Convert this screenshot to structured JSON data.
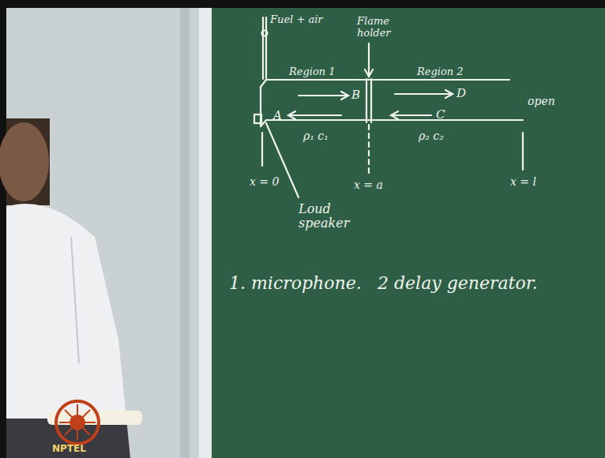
{
  "diagram": {
    "labels": [
      "Fuel + air",
      "Flame holder",
      "Region 1",
      "Region 2",
      "B",
      "A",
      "D",
      "C",
      "ρ₁ c₁",
      "ρ₂ c₂",
      "open",
      "x = 0",
      "x = a",
      "x = l",
      "Loud speaker",
      "1. microphone.",
      "2 delay generator.",
      "NPTEL"
    ]
  }
}
